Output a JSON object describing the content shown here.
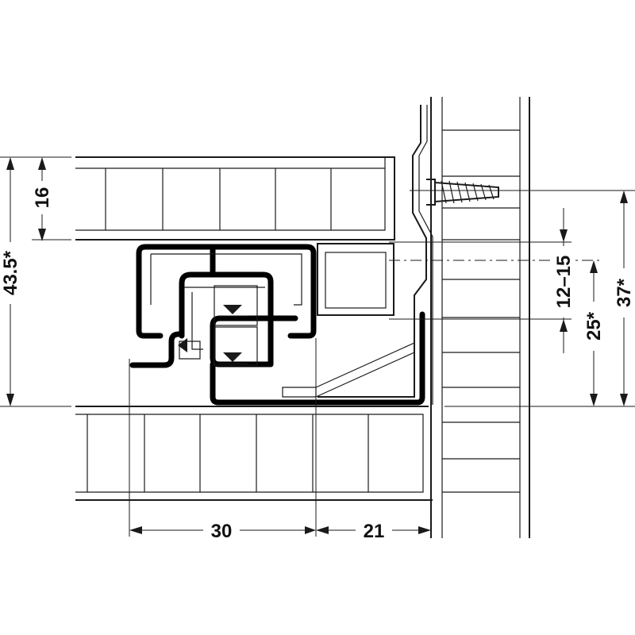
{
  "dimensions": {
    "height_total": "43.5*",
    "height_top": "16",
    "width_left": "30",
    "width_right": "21",
    "range_small": "12–15",
    "height_mid": "25*",
    "height_right": "37*"
  },
  "colors": {
    "line": "#1a1a1a",
    "profile": "#000000",
    "background": "#ffffff"
  }
}
